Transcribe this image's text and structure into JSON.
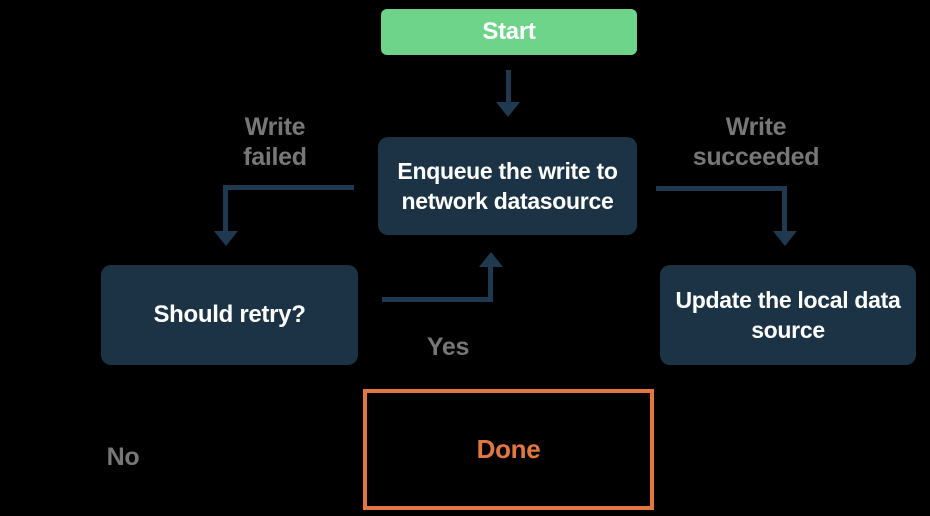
{
  "diagram": {
    "type": "flowchart",
    "background_color": "#000000",
    "colors": {
      "start_fill": "#6ED489",
      "process_fill": "#1B3344",
      "node_text": "#FFFFFF",
      "arrow": "#1F3A50",
      "edge_label_text": "#777777",
      "done_accent": "#E2773F"
    },
    "nodes": {
      "start": {
        "label": "Start"
      },
      "enqueue": {
        "label": "Enqueue the write to\nnetwork datasource"
      },
      "should_retry": {
        "label": "Should retry?"
      },
      "update_local": {
        "label": "Update the local data\nsource"
      },
      "done": {
        "label": "Done"
      }
    },
    "edge_labels": {
      "write_failed": "Write\nfailed",
      "write_succeeded": "Write\nsucceeded",
      "yes": "Yes",
      "no": "No"
    },
    "edges": [
      {
        "from": "start",
        "to": "enqueue",
        "label": ""
      },
      {
        "from": "enqueue",
        "to": "should_retry",
        "label": "Write failed"
      },
      {
        "from": "enqueue",
        "to": "update_local",
        "label": "Write succeeded"
      },
      {
        "from": "should_retry",
        "to": "enqueue",
        "label": "Yes"
      },
      {
        "from": "should_retry",
        "to": "done",
        "label": "No"
      }
    ]
  }
}
